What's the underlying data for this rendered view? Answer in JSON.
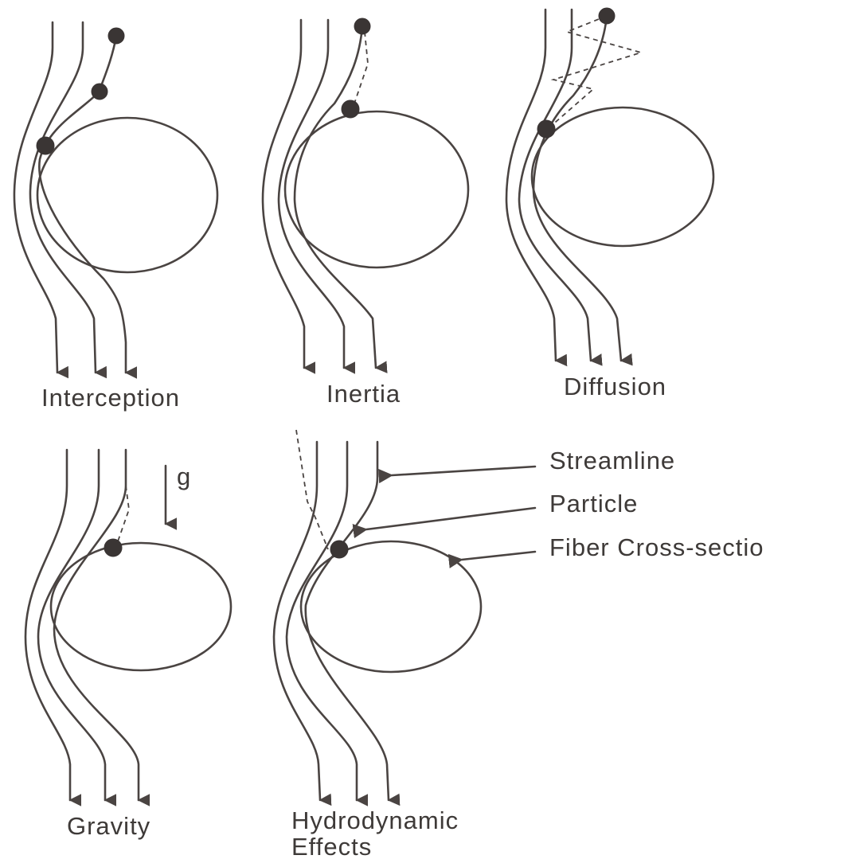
{
  "panels": {
    "interception": "Interception",
    "inertia": "Inertia",
    "diffusion": "Diffusion",
    "gravity": "Gravity",
    "hydrodynamic_line1": "Hydrodynamic",
    "hydrodynamic_line2": "Effects"
  },
  "gravity_symbol": "g",
  "legend": {
    "streamline": "Streamline",
    "particle": "Particle",
    "fiber": "Fiber Cross-sectio"
  }
}
